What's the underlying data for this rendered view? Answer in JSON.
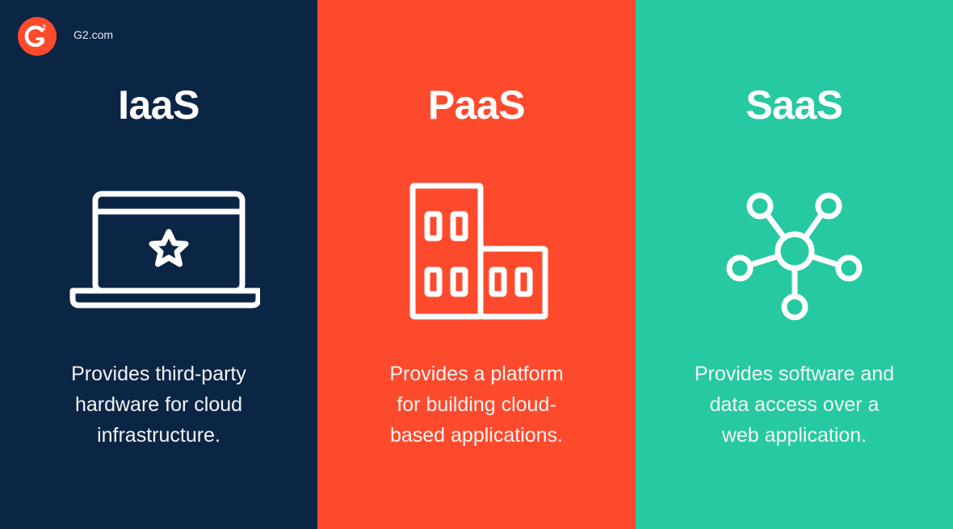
{
  "brand": {
    "logo_glyph": "G",
    "logo_superscript": "2",
    "site": "G2.com",
    "logo_color": "#fe4a2c"
  },
  "panels": [
    {
      "title": "IaaS",
      "icon": "laptop-star-icon",
      "color": "#0b2545",
      "lines": [
        "Provides third-party",
        "hardware for cloud",
        "infrastructure."
      ]
    },
    {
      "title": "PaaS",
      "icon": "buildings-icon",
      "color": "#fe4a2c",
      "lines": [
        "Provides a platform",
        "for building cloud-",
        "based applications."
      ]
    },
    {
      "title": "SaaS",
      "icon": "network-hub-icon",
      "color": "#26c9a1",
      "lines": [
        "Provides software and",
        "data access over a",
        "web application."
      ]
    }
  ]
}
